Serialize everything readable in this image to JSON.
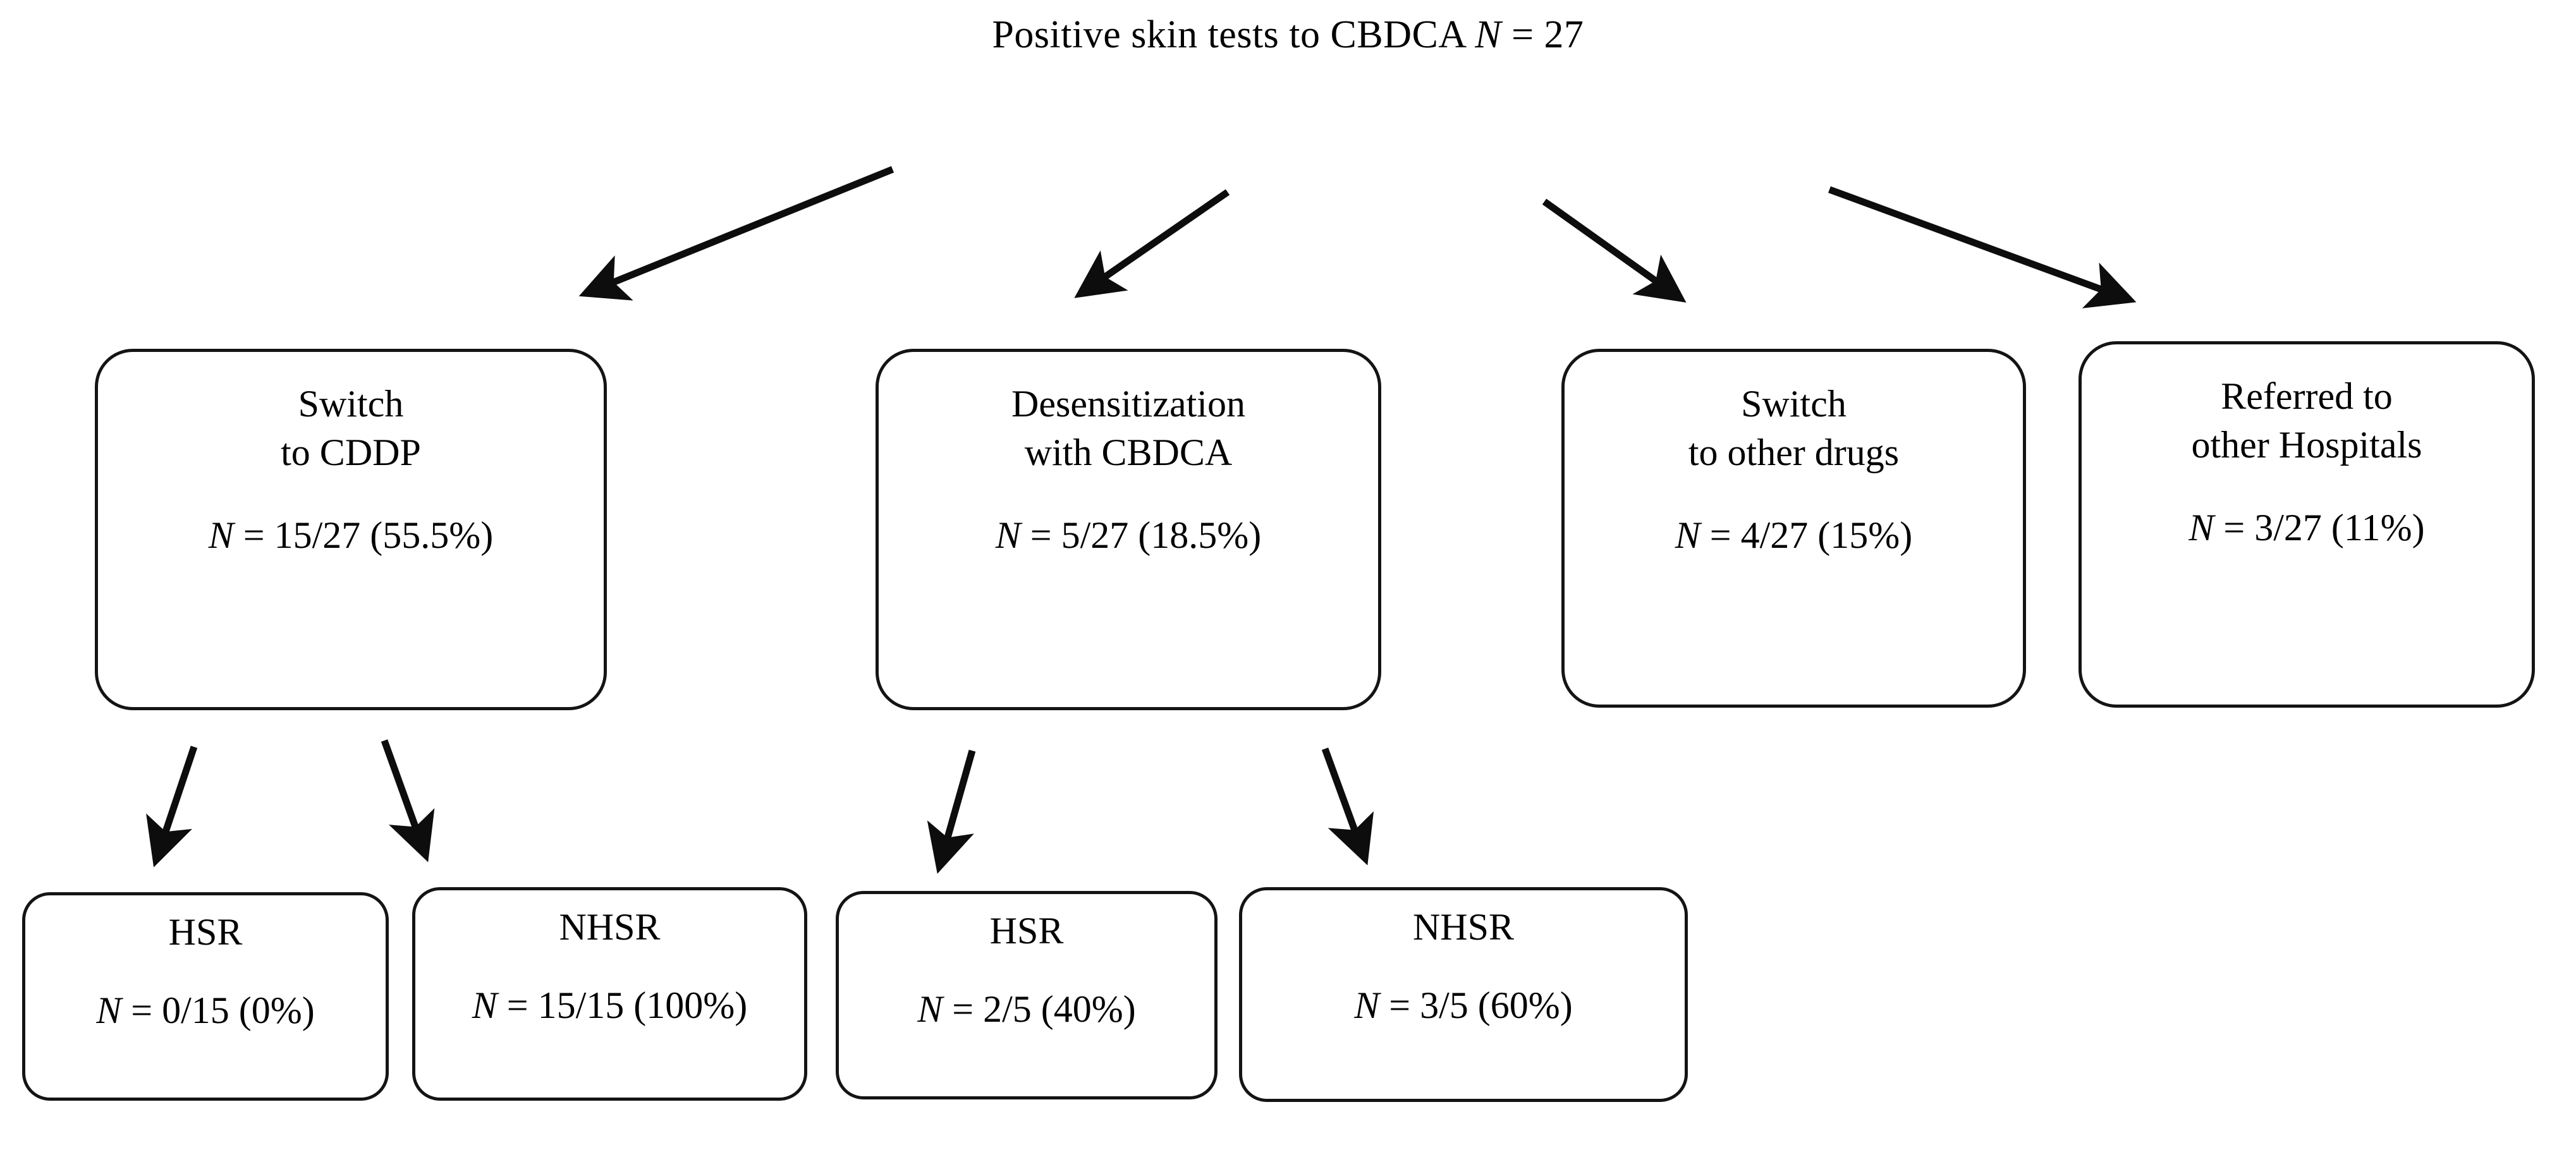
{
  "diagram": {
    "title": {
      "prefix": "Positive skin tests to CBDCA ",
      "n_symbol": "N",
      "suffix": " = 27",
      "full": "Positive skin tests to CBDCA N = 27"
    },
    "stroke_color": "#141414",
    "background_color": "#ffffff",
    "level2_nodes": [
      {
        "id": "switch-to-cddp",
        "title": "Switch\nto CDDP",
        "stat_prefix": "N",
        "stat_value": " = 15/27 (55.5%)",
        "stat_full": "N = 15/27 (55.5%)",
        "count": 15,
        "total": 27,
        "percent": 55.5
      },
      {
        "id": "desensitization-with-cbdca",
        "title": "Desensitization\nwith CBDCA",
        "stat_prefix": "N",
        "stat_value": " = 5/27 (18.5%)",
        "stat_full": "N = 5/27 (18.5%)",
        "count": 5,
        "total": 27,
        "percent": 18.5
      },
      {
        "id": "switch-to-other-drugs",
        "title": "Switch\nto other drugs",
        "stat_prefix": "N",
        "stat_value": " = 4/27 (15%)",
        "stat_full": "N = 4/27 (15%)",
        "count": 4,
        "total": 27,
        "percent": 15
      },
      {
        "id": "referred-to-other-hospitals",
        "title": "Referred to\nother Hospitals",
        "stat_prefix": "N",
        "stat_value": " = 3/27 (11%)",
        "stat_full": "N = 3/27 (11%)",
        "count": 3,
        "total": 27,
        "percent": 11
      }
    ],
    "level3_nodes": [
      {
        "id": "cddp-hsr",
        "title": "HSR",
        "stat_prefix": "N",
        "stat_value": " = 0/15 (0%)",
        "stat_full": "N = 0/15 (0%)",
        "count": 0,
        "total": 15,
        "percent": 0,
        "parent": "switch-to-cddp"
      },
      {
        "id": "cddp-nhsr",
        "title": "NHSR",
        "stat_prefix": "N",
        "stat_value": " = 15/15 (100%)",
        "stat_full": "N = 15/15 (100%)",
        "count": 15,
        "total": 15,
        "percent": 100,
        "parent": "switch-to-cddp"
      },
      {
        "id": "desens-hsr",
        "title": "HSR",
        "stat_prefix": "N",
        "stat_value": " = 2/5 (40%)",
        "stat_full": "N = 2/5 (40%)",
        "count": 2,
        "total": 5,
        "percent": 40,
        "parent": "desensitization-with-cbdca"
      },
      {
        "id": "desens-nhsr",
        "title": "NHSR",
        "stat_prefix": "N",
        "stat_value": " = 3/5 (60%)",
        "stat_full": "N = 3/5 (60%)",
        "count": 3,
        "total": 5,
        "percent": 60,
        "parent": "desensitization-with-cbdca"
      }
    ]
  }
}
